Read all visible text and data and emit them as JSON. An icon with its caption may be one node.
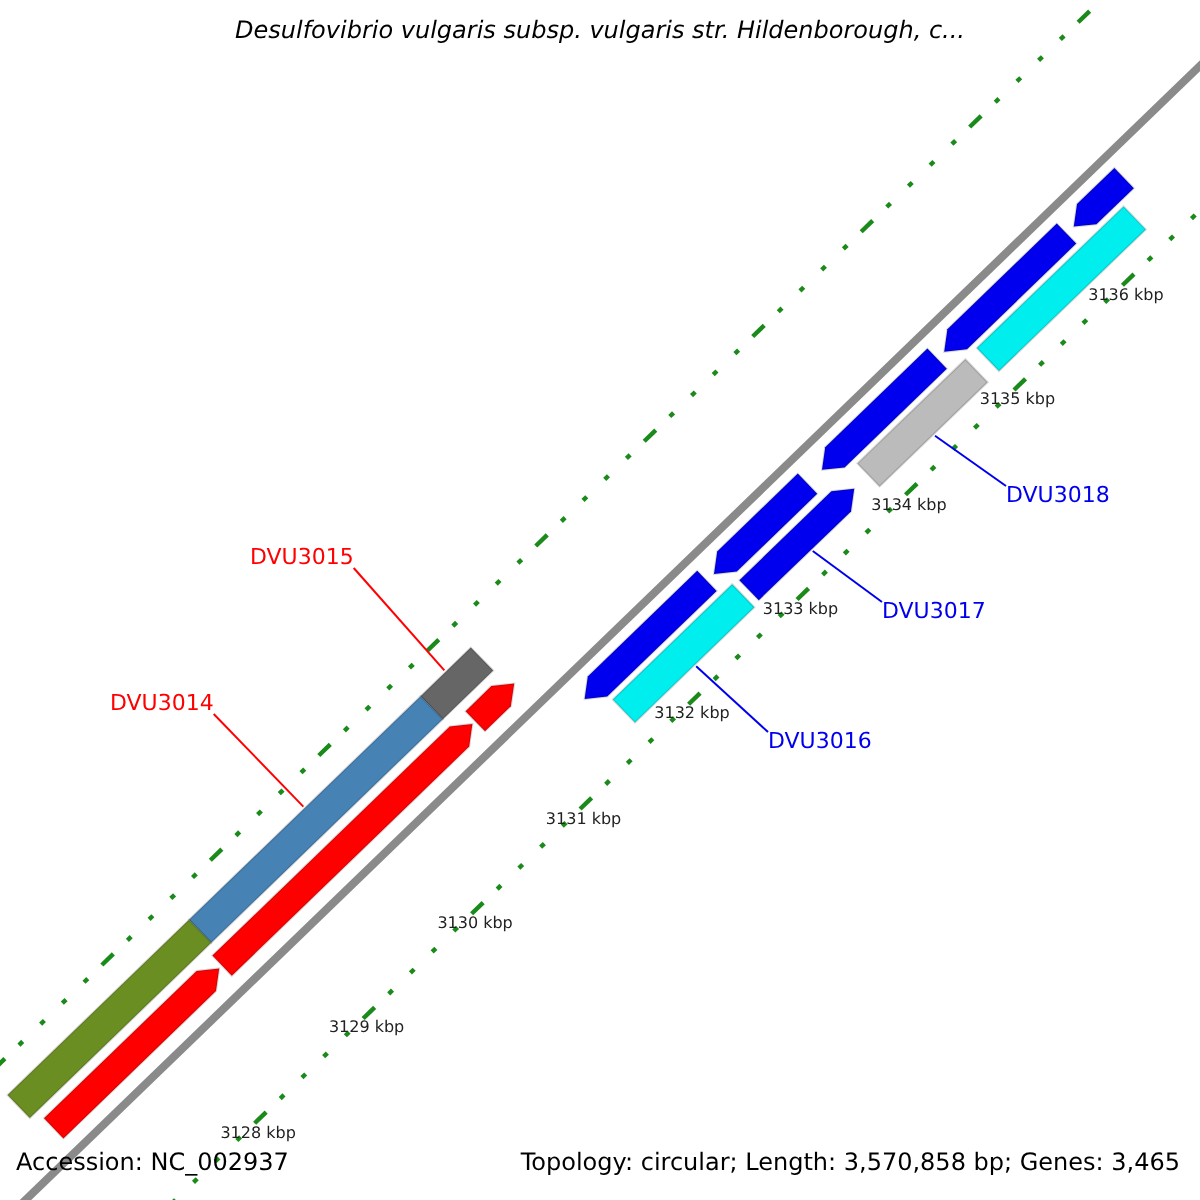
{
  "diagram": {
    "title": "Desulfovibrio vulgaris subsp. vulgaris str. Hildenborough, c...",
    "nodes": [
      {
        "text": [
          "DVU3015"
        ]
      },
      {
        "text": [],
        "shape": "bar"
      },
      {
        "text": [
          "DVU3014"
        ]
      },
      {
        "text": [],
        "shape": "bar"
      },
      {
        "text": [
          "DVU3016"
        ]
      },
      {
        "text": [],
        "shape": "bar"
      },
      {
        "text": [
          "DVU3017"
        ]
      },
      {
        "text": [],
        "shape": "pentagon"
      },
      {
        "text": [
          "DVU3018"
        ]
      },
      {
        "text": [],
        "shape": "bar"
      },
      {
        "text": [],
        "shape": "bar"
      },
      {
        "text": [],
        "shape": "pentagon"
      },
      {
        "text": [],
        "shape": "pentagon"
      },
      {
        "text": [],
        "shape": "pentagon"
      },
      {
        "text": [],
        "shape": "pentagon"
      },
      {
        "text": [],
        "shape": "pentagon"
      },
      {
        "text": [],
        "shape": "pentagon"
      },
      {
        "text": [],
        "shape": "pentagon"
      },
      {
        "text": [],
        "shape": "pentagon"
      },
      {
        "text": [],
        "shape": "bar"
      }
    ],
    "edges": [
      {
        "from": 0,
        "to": 1,
        "arrow": "none",
        "color": "#ff0000"
      },
      {
        "from": 2,
        "to": 3,
        "arrow": "none",
        "color": "#ff0000"
      },
      {
        "from": 4,
        "to": 5,
        "arrow": "none"
      },
      {
        "from": 6,
        "to": 7,
        "arrow": "none"
      },
      {
        "from": 8,
        "to": 9,
        "arrow": "none"
      }
    ],
    "labels": [
      "3136 kbp",
      "3135 kbp",
      "3134 kbp",
      "3133 kbp",
      "3132 kbp",
      "3131 kbp",
      "3130 kbp",
      "3129 kbp",
      "3128 kbp",
      "Accession: NC_002937",
      "Topology: circular; Length: 3,570,858 bp; Genes: 3,465"
    ]
  }
}
